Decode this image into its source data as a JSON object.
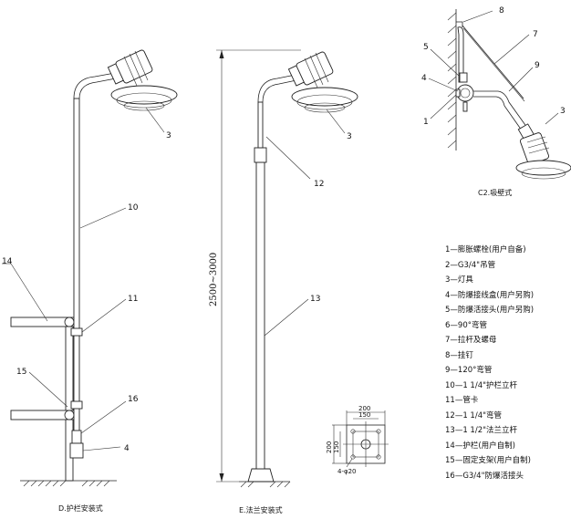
{
  "views": {
    "d": {
      "caption": "D.护栏安装式"
    },
    "e": {
      "caption": "E.法兰安装式"
    },
    "c2": {
      "caption": "C2.吸壁式"
    }
  },
  "callouts": {
    "d_lamp": "3",
    "d_pole": "10",
    "d_rail": "14",
    "d_clamp_upper": "11",
    "d_clamp_lower": "15",
    "d_bottom_fit": "16",
    "d_fit": "4",
    "e_lamp": "3",
    "e_pipe": "12",
    "e_pole": "13",
    "c2_8": "8",
    "c2_7": "7",
    "c2_5": "5",
    "c2_9": "9",
    "c2_4": "4",
    "c2_1": "1",
    "c2_3": "3"
  },
  "dimensions": {
    "height": "2500~3000",
    "flange_outer": "200",
    "flange_inner": "150",
    "flange_outer_v": "200",
    "flange_inner_v": "150",
    "bolts": "4-φ20"
  },
  "legend": [
    "1—膨胀螺栓(用户自备)",
    "2—G3/4\"吊管",
    "3—灯具",
    "4—防爆接线盒(用户另购)",
    "5—防爆活接头(用户另购)",
    "6—90°弯管",
    "7—拉杆及螺母",
    "8—挂钉",
    "9—120°弯管",
    "10—1 1/4\"护栏立杆",
    "11—管卡",
    "12—1 1/4\"弯管",
    "13—1 1/2\"法兰立杆",
    "14—护栏(用户自制)",
    "15—固定支架(用户自制)",
    "16—G3/4\"防爆活接头"
  ]
}
